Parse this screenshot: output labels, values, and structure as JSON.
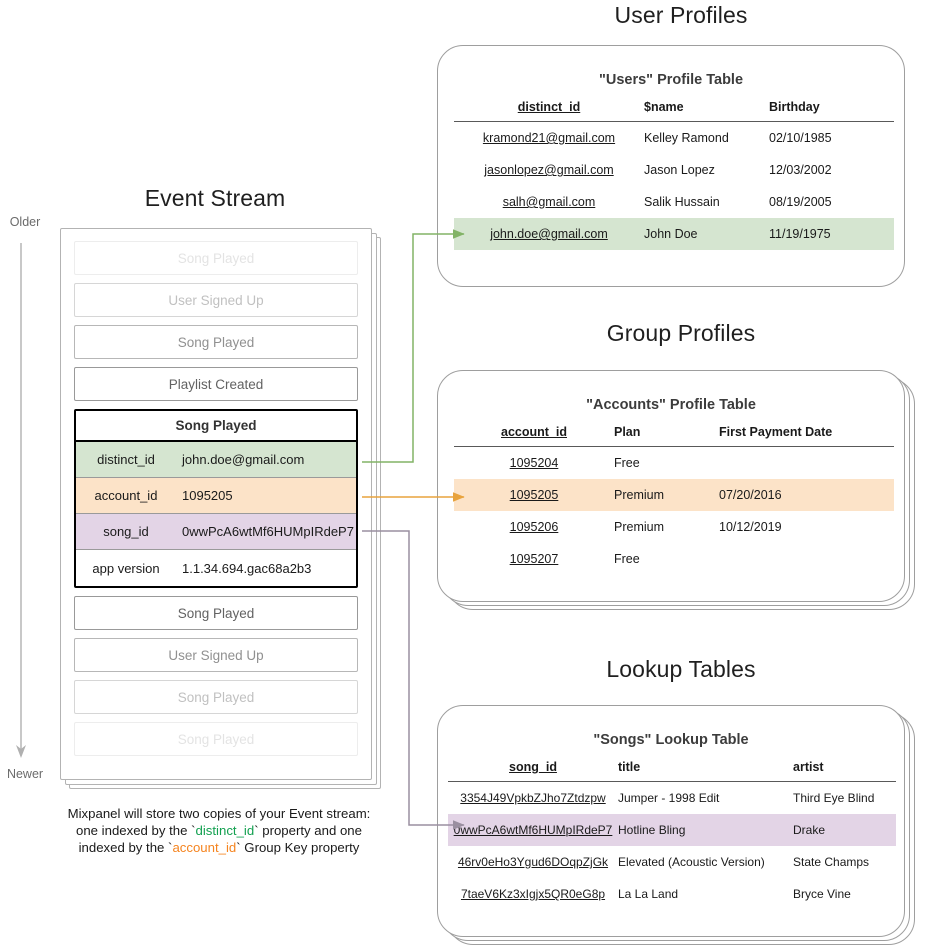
{
  "sections": {
    "event_stream": {
      "title": "Event Stream"
    },
    "user_profiles": {
      "title": "User Profiles"
    },
    "group_profiles": {
      "title": "Group Profiles"
    },
    "lookup_tables": {
      "title": "Lookup Tables"
    }
  },
  "axis": {
    "top_label": "Older",
    "bottom_label": "Newer"
  },
  "event_stream": {
    "events_before": [
      {
        "label": "Song Played",
        "fade": "f15"
      },
      {
        "label": "User Signed Up",
        "fade": "f35"
      },
      {
        "label": "Song Played",
        "fade": "f60"
      },
      {
        "label": "Playlist Created",
        "fade": "f85"
      }
    ],
    "expanded_event": {
      "name": "Song Played",
      "properties": [
        {
          "key": "distinct_id",
          "value": "john.doe@gmail.com",
          "tint": "pr-green"
        },
        {
          "key": "account_id",
          "value": "1095205",
          "tint": "pr-orange"
        },
        {
          "key": "song_id",
          "value": "0wwPcA6wtMf6HUMpIRdeP7",
          "tint": "pr-purple"
        },
        {
          "key": "app version",
          "value": "1.1.34.694.gac68a2b3",
          "tint": "pr-plain"
        }
      ]
    },
    "events_after": [
      {
        "label": "Song Played",
        "fade": "f85"
      },
      {
        "label": "User Signed Up",
        "fade": "f60"
      },
      {
        "label": "Song Played",
        "fade": "f35"
      },
      {
        "label": "Song Played",
        "fade": "f15"
      }
    ]
  },
  "users_table": {
    "title": "\"Users\" Profile Table",
    "columns": [
      "distinct_id",
      "$name",
      "Birthday"
    ],
    "rows": [
      {
        "cells": [
          "kramond21@gmail.com",
          "Kelley Ramond",
          "02/10/1985"
        ],
        "highlight": ""
      },
      {
        "cells": [
          "jasonlopez@gmail.com",
          "Jason Lopez",
          "12/03/2002"
        ],
        "highlight": ""
      },
      {
        "cells": [
          "salh@gmail.com",
          "Salik Hussain",
          "08/19/2005"
        ],
        "highlight": ""
      },
      {
        "cells": [
          "john.doe@gmail.com",
          "John Doe",
          "11/19/1975"
        ],
        "highlight": "hl-green"
      }
    ]
  },
  "accounts_table": {
    "title": "\"Accounts\" Profile Table",
    "columns": [
      "account_id",
      "Plan",
      "First Payment Date"
    ],
    "rows": [
      {
        "cells": [
          "1095204",
          "Free",
          ""
        ],
        "highlight": ""
      },
      {
        "cells": [
          "1095205",
          "Premium",
          "07/20/2016"
        ],
        "highlight": "hl-orange"
      },
      {
        "cells": [
          "1095206",
          "Premium",
          "10/12/2019"
        ],
        "highlight": ""
      },
      {
        "cells": [
          "1095207",
          "Free",
          ""
        ],
        "highlight": ""
      }
    ]
  },
  "songs_table": {
    "title": "\"Songs\" Lookup Table",
    "columns": [
      "song_id",
      "title",
      "artist"
    ],
    "rows": [
      {
        "cells": [
          "3354J49VpkbZJho7Ztdzpw",
          "Jumper - 1998 Edit",
          "Third Eye Blind"
        ],
        "highlight": ""
      },
      {
        "cells": [
          "0wwPcA6wtMf6HUMpIRdeP7",
          "Hotline Bling",
          "Drake"
        ],
        "highlight": "hl-purple"
      },
      {
        "cells": [
          "46rv0eHo3Ygud6DOqpZjGk",
          "Elevated (Acoustic Version)",
          "State Champs"
        ],
        "highlight": ""
      },
      {
        "cells": [
          "7taeV6Kz3xIgjx5QR0eG8p",
          "La La Land",
          "Bryce Vine"
        ],
        "highlight": ""
      }
    ]
  },
  "caption": {
    "line1": "Mixpanel will store two copies of your Event stream:",
    "line2_a": "one indexed by the `",
    "line2_key": "distinct_id",
    "line2_b": "` property and one",
    "line3_a": "indexed by the `",
    "line3_key": "account_id",
    "line3_b": "` Group Key property"
  },
  "colors": {
    "green": "#d5e5d0",
    "orange": "#fce3c8",
    "purple": "#e3d4e6",
    "green_connector": "#82b366",
    "orange_connector": "#e8a33d",
    "purple_connector": "#9a8fa0",
    "panel_border": "#9e9e9e",
    "caption_green": "#13a050",
    "caption_orange": "#f5841f"
  }
}
